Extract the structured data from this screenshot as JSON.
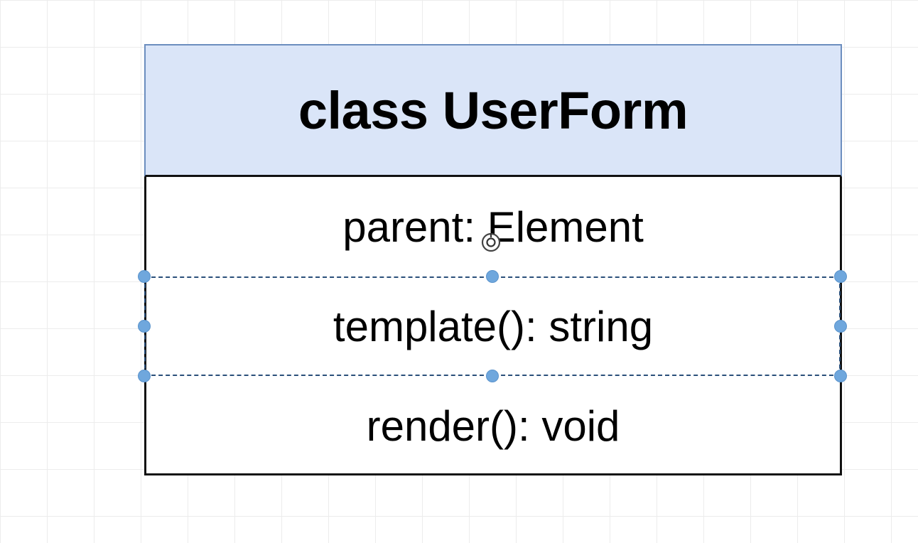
{
  "diagram": {
    "class_box": {
      "title": "class UserForm",
      "header_fill": "#dae5f8",
      "header_stroke": "#6c8ebf",
      "members": [
        "parent: Element",
        "template(): string",
        "render(): void"
      ],
      "selected_member_index": 1
    }
  },
  "colors": {
    "selection_handle": "#6fa7dd",
    "grid": "#ececec"
  },
  "icons": {
    "cursor": "rotate-cursor-icon"
  }
}
